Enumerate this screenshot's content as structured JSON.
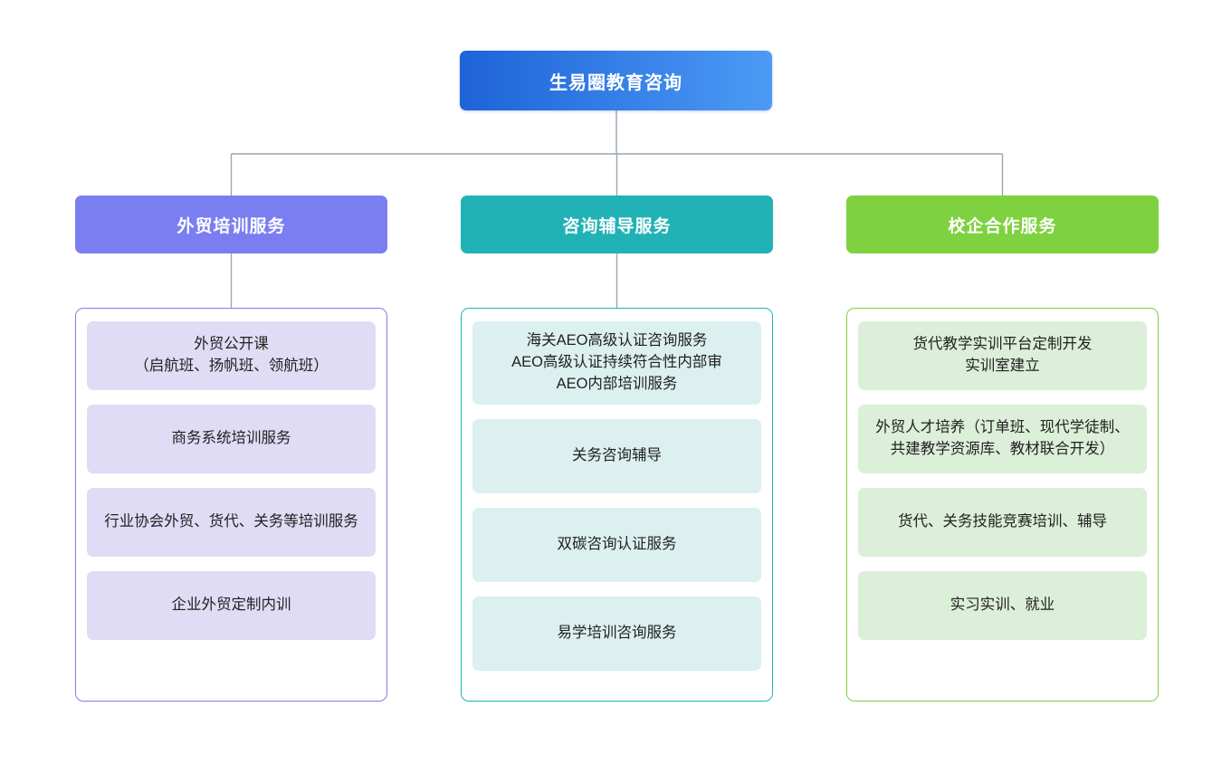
{
  "diagram": {
    "type": "organization-tree",
    "root": {
      "label": "生易圈教育咨询",
      "gradient_from": "#1e63d8",
      "gradient_to": "#4c9af5",
      "text_color": "#ffffff"
    },
    "connector_color": "#9aa6b2",
    "columns": [
      {
        "id": "foreign-trade-training",
        "header": "外贸培训服务",
        "header_color": "#7b7ef0",
        "border_color": "#7b7ef0",
        "item_bg": "#e0dcf5",
        "has_stem": true,
        "items": [
          "外贸公开课\n（启航班、扬帆班、领航班）",
          "商务系统培训服务",
          "行业协会外贸、货代、关务等培训服务",
          "企业外贸定制内训"
        ]
      },
      {
        "id": "consulting-tutoring",
        "header": "咨询辅导服务",
        "header_color": "#21b2b6",
        "border_color": "#1fb3b8",
        "item_bg": "#dcf0f0",
        "has_stem": true,
        "items": [
          "海关AEO高级认证咨询服务\nAEO高级认证持续符合性内部审\nAEO内部培训服务",
          "关务咨询辅导",
          "双碳咨询认证服务",
          "易学培训咨询服务"
        ]
      },
      {
        "id": "school-enterprise-cooperation",
        "header": "校企合作服务",
        "header_color": "#7ed13f",
        "border_color": "#7ed13f",
        "item_bg": "#dcefd9",
        "has_stem": false,
        "items": [
          "货代教学实训平台定制开发\n实训室建立",
          "外贸人才培养（订单班、现代学徒制、共建教学资源库、教材联合开发）",
          "货代、关务技能竞赛培训、辅导",
          "实习实训、就业"
        ]
      }
    ]
  }
}
